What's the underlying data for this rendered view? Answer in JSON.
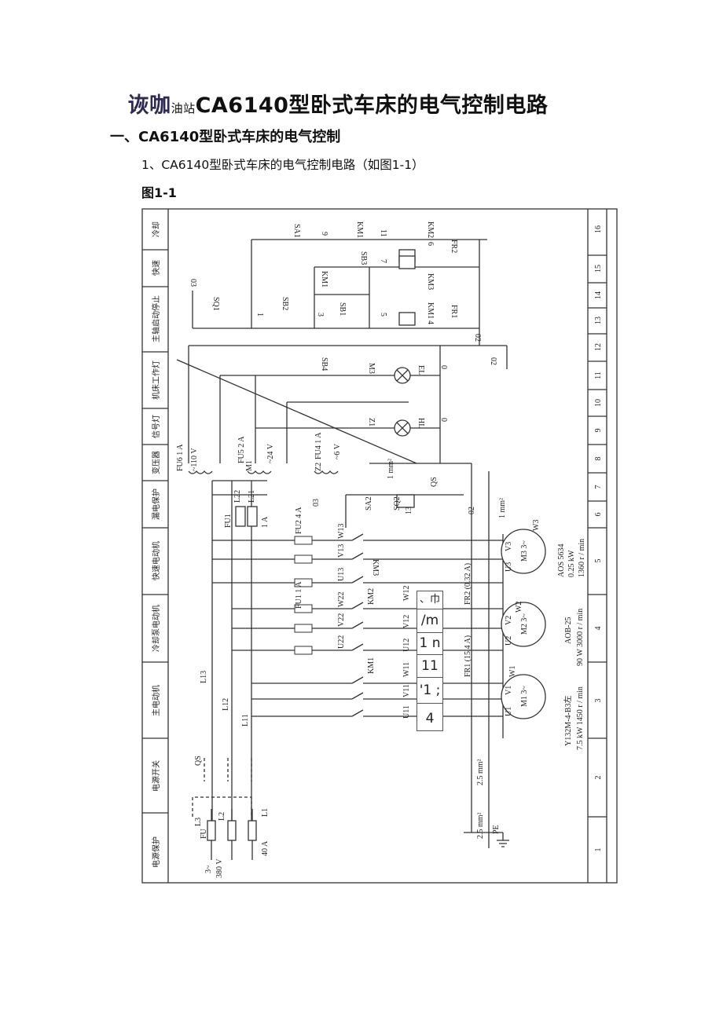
{
  "title": {
    "part1": "诙咖",
    "part2": "油站",
    "part3": "CA6140型卧式车床的电气控制电路"
  },
  "heading": "一、CA6140型卧式车床的电气控制",
  "paragraph": "1、CA6140型卧式车床的电气控制电路（如图1-1）",
  "figure_label": "图1-1",
  "diagram": {
    "sections": [
      "电源保护",
      "电源开关",
      "主电动机",
      "冷却泵电动机",
      "快速电动机",
      "漏电保护",
      "变压器",
      "信号灯",
      "机床工作灯",
      "主轴启动停止",
      "快速",
      "冷却"
    ],
    "columns": [
      "1",
      "2",
      "3",
      "4",
      "5",
      "6",
      "7",
      "8",
      "9",
      "10",
      "11",
      "12",
      "13",
      "14",
      "15",
      "16"
    ],
    "labels": {
      "sa1": "SA1",
      "km1a": "KM1",
      "n9": "9",
      "n11": "11",
      "km2": "KM2",
      "fr2": "FR2",
      "n6": "6",
      "sb3": "SB3",
      "n7": "7",
      "km1b": "KM1",
      "km3": "KM3",
      "n03": "03",
      "sq1": "SQ1",
      "sb2": "SB2",
      "n1": "1",
      "n3": "3",
      "sb1": "SB1",
      "n5": "5",
      "km1c": "KM1",
      "fr1": "FR1",
      "n4": "4",
      "n02a": "02",
      "n02b": "02",
      "sb4": "SB4",
      "m3": "M3",
      "el": "EL",
      "n0a": "0",
      "z": "Z1",
      "hl": "HL",
      "n0b": "0",
      "fu6": "FU6 1 A",
      "v110": "~110 V",
      "fu5": "FU5 2 A",
      "v24": "~24 V",
      "fu4": "FU4 1 A",
      "v6": "~6 V",
      "m1t": "M1",
      "z2": "Z2",
      "mm1": "1 mm²",
      "l22": "L22",
      "l21": "L21",
      "fu1": "FU1",
      "a1": "1 A",
      "n03b": "03",
      "sa2": "SA2",
      "sq2": "SQ2",
      "n13": "13",
      "qs": "QS",
      "n02c": "02",
      "mm1b": "1 mm²",
      "fu2": "FU2 4 A",
      "w13": "W13",
      "v13": "V13",
      "u13": "U13",
      "km3b": "KM3",
      "w3": "W3",
      "v3": "V3",
      "u3": "U3",
      "fu1b": "FU1 1 A",
      "w22": "W22",
      "v22": "V22",
      "u22": "U22",
      "km2b": "KM2",
      "w12": "W12",
      "v12": "V12",
      "u12": "U12",
      "fr2b": "FR2 (0.32 A)",
      "w2": "W2",
      "v2": "V2",
      "u2": "U2",
      "l13": "L13",
      "l12": "L12",
      "l11": "L11",
      "km1d": "KM1",
      "w11": "W11",
      "v11": "V11",
      "u11": "U11",
      "fr1b": "FR1 (15.4 A)",
      "w1": "W1",
      "v1": "V1",
      "u1": "U1",
      "m3c": "M3 3~",
      "m2c": "M2 3~",
      "m1c": "M1 3~",
      "m3spec1": "AOS 5634",
      "m3spec2": "0.25 kW",
      "m3spec3": "1360 r / min",
      "m2spec1": "AOB-25",
      "m2spec2": "90 W 3000 r / min",
      "m1spec1": "Y132M-4-B3左",
      "m1spec2": "7.5 kW 1450 r / min",
      "qs2": "QS",
      "mm25a": "2.5 mm²",
      "mm25b": "2.5 mm²",
      "pe": "PE",
      "l3": "L3",
      "l2": "L2",
      "l1": "L1",
      "fu": "FU",
      "a40": "40 A",
      "v3ph": "3~",
      "v380": "380 V"
    }
  },
  "overlay_cells": [
    "、巾",
    "/m",
    "1 n",
    "11",
    "'1 ;",
    "4"
  ]
}
